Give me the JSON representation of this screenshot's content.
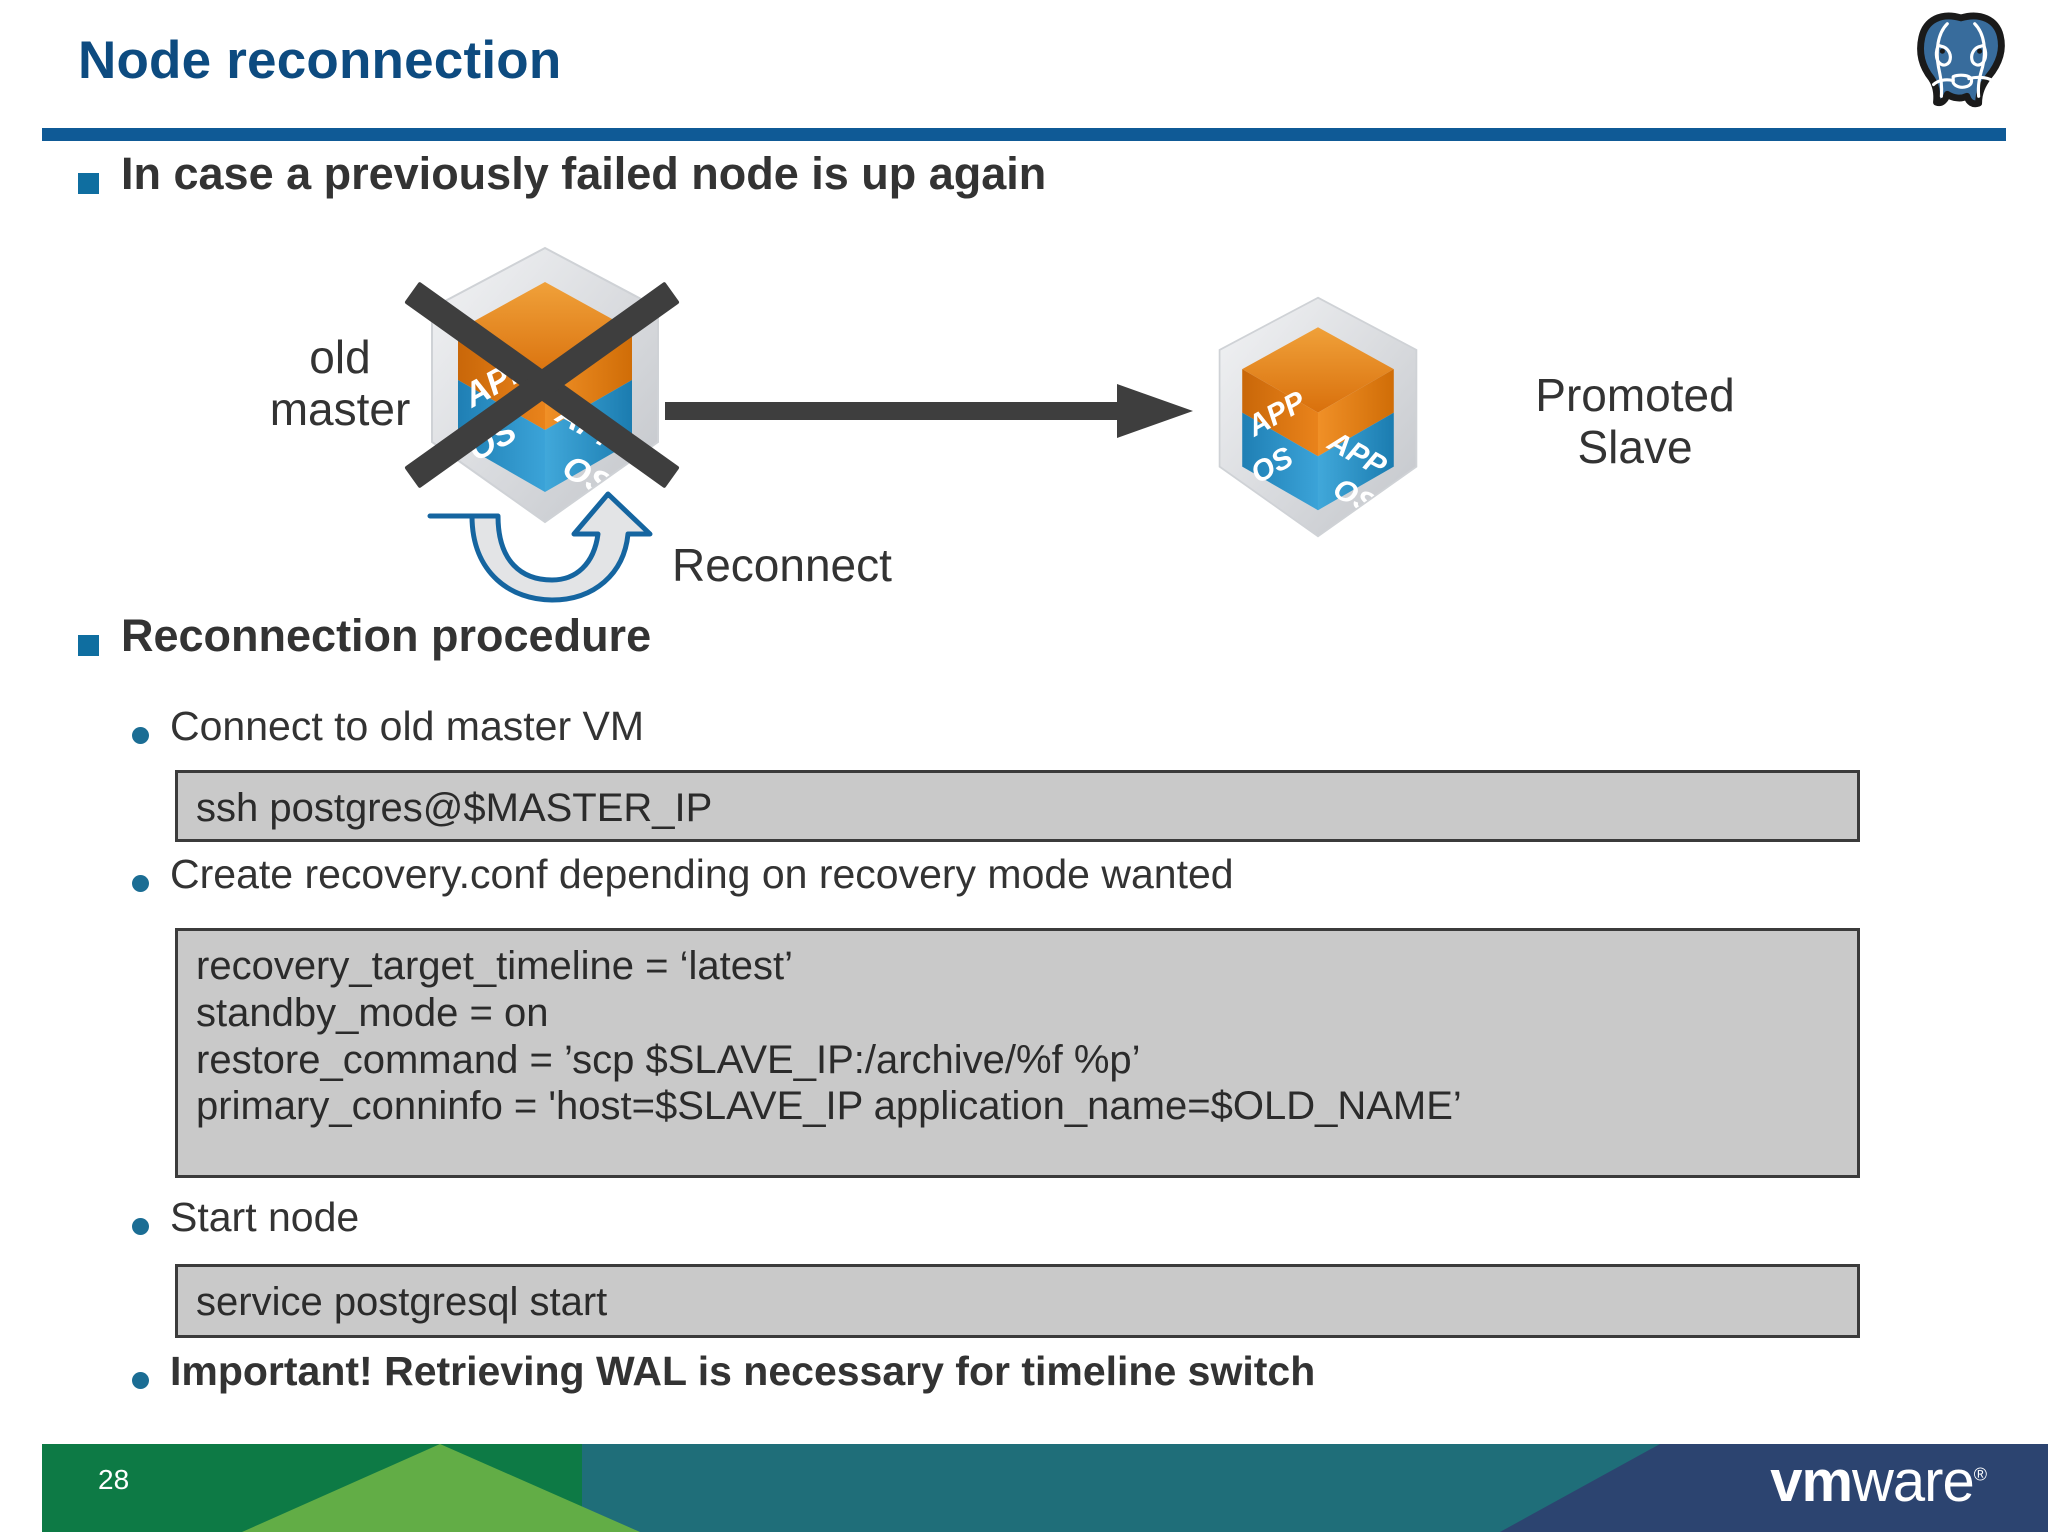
{
  "header": {
    "title": "Node reconnection",
    "logo_icon": "postgresql-elephant-icon",
    "rule_color": "#0f5a96",
    "title_color": "#0d4b80"
  },
  "diagram": {
    "old_master_label": "old\nmaster",
    "old_master_label_line1": "old",
    "old_master_label_line2": "master",
    "promoted_slave_label_line1": "Promoted",
    "promoted_slave_label_line2": "Slave",
    "reconnect_label": "Reconnect",
    "failed_marker_icon": "x-cross-icon",
    "failover_arrow_icon": "right-arrow-icon",
    "reconnect_arrow_icon": "curved-up-arrow-icon",
    "vm_icon_name": "vm-cube-icon",
    "vm_icon_app_text": "APP",
    "vm_icon_os_text": "OS",
    "colors": {
      "app_orange": "#e07a16",
      "os_blue": "#2b96cf",
      "shell_grey": "#d9dadd",
      "arrow_dark": "#3e3e3e",
      "reconnect_blue": "#1565a0"
    }
  },
  "body": {
    "bullet1": "In case a previously failed node is up again",
    "bullet2": "Reconnection procedure",
    "sub_bullets": [
      {
        "label": "Connect to old master VM",
        "bold": false
      },
      {
        "label": "Create recovery.conf depending on recovery mode wanted",
        "bold": false
      },
      {
        "label": "Start node",
        "bold": false
      },
      {
        "label": "Important! Retrieving WAL is necessary for timeline switch",
        "bold": true
      }
    ],
    "code_ssh": "ssh postgres@$MASTER_IP",
    "code_recovery": "recovery_target_timeline = ‘latest’\nstandby_mode = on\nrestore_command = ’scp $SLAVE_IP:/archive/%f %p’\nprimary_conninfo = 'host=$SLAVE_IP application_name=$OLD_NAME’",
    "code_start": "service postgresql start"
  },
  "footer": {
    "page_number": "28",
    "brand_vm": "vm",
    "brand_ware": "ware",
    "brand_reg": "®",
    "colors": {
      "green": "#0d7a45",
      "light_green": "#62ad46",
      "teal": "#1f6e79",
      "navy": "#2c4470"
    }
  }
}
